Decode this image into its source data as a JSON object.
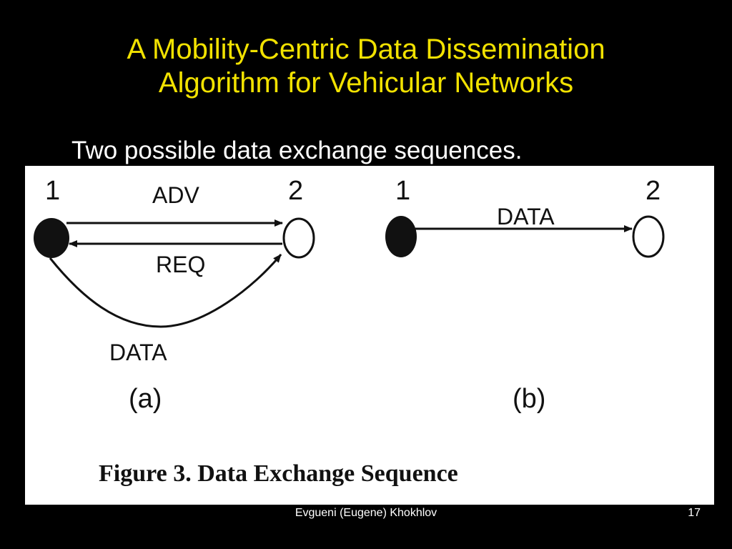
{
  "slide": {
    "title_line1": "A Mobility-Centric Data Dissemination",
    "title_line2": "Algorithm for Vehicular Networks",
    "subtitle": "Two possible data exchange sequences."
  },
  "figure": {
    "panel_a": {
      "node1_label": "1",
      "node2_label": "2",
      "adv_label": "ADV",
      "req_label": "REQ",
      "data_label": "DATA",
      "caption": "(a)"
    },
    "panel_b": {
      "node1_label": "1",
      "node2_label": "2",
      "data_label": "DATA",
      "caption": "(b)"
    },
    "caption": "Figure 3. Data Exchange Sequence"
  },
  "footer": {
    "author": "Evgueni (Eugene) Khokhlov",
    "page_number": "17"
  },
  "colors": {
    "background": "#000000",
    "title": "#f2e200",
    "text": "#ffffff",
    "figure_background": "#ffffff",
    "ink": "#111111"
  }
}
